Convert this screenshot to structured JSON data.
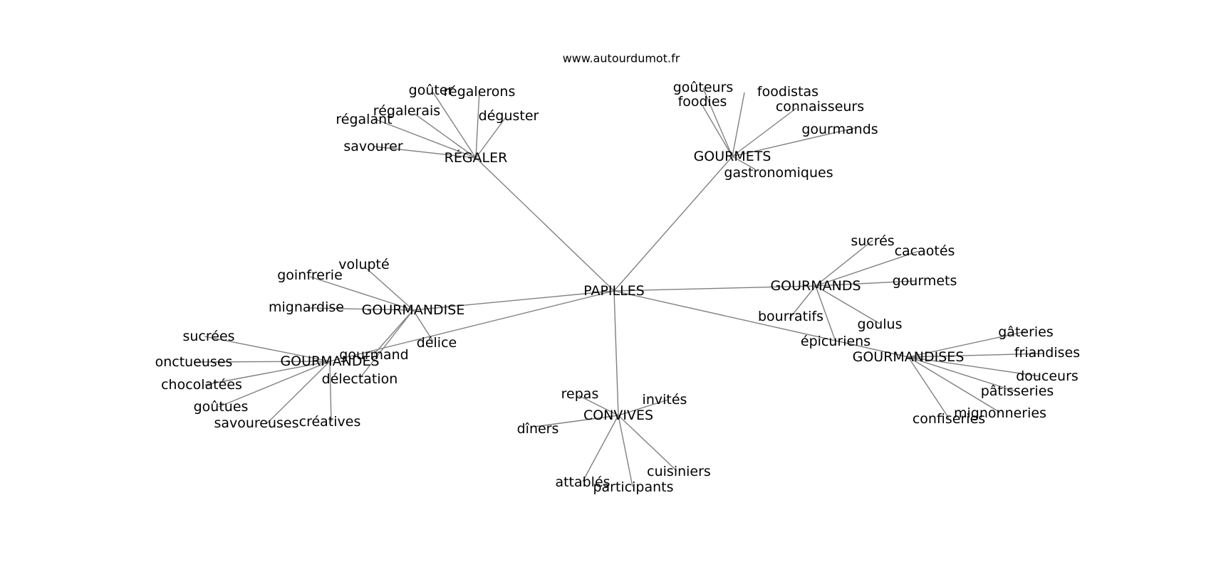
{
  "source": "www.autourdumot.fr",
  "colors": {
    "edge": "#808080",
    "text": "#000000",
    "background": "#ffffff"
  },
  "center": "PAPILLES",
  "clusters": [
    {
      "hub": "RÉGALER",
      "words": [
        "goûter",
        "régalerons",
        "régalerais",
        "régalant",
        "déguster",
        "savourer"
      ]
    },
    {
      "hub": "GOURMETS",
      "words": [
        "goûteurs",
        "foodistas",
        "foodies",
        "connaisseurs",
        "gourmands",
        "gastronomiques"
      ]
    },
    {
      "hub": "GOURMANDS",
      "words": [
        "sucrés",
        "cacaotés",
        "gourmets",
        "bourratifs",
        "goulus",
        "épicuriens"
      ]
    },
    {
      "hub": "GOURMANDISES",
      "words": [
        "gâteries",
        "friandises",
        "douceurs",
        "pâtisseries",
        "mignonneries",
        "confiseries"
      ]
    },
    {
      "hub": "CONVIVES",
      "words": [
        "repas",
        "invités",
        "dîners",
        "cuisiniers",
        "attablés",
        "participants"
      ]
    },
    {
      "hub": "GOURMANDISE",
      "words": [
        "volupté",
        "goinfrerie",
        "mignardise",
        "délice",
        "gourmand",
        "délectation"
      ]
    },
    {
      "hub": "GOURMANDES",
      "words": [
        "sucrées",
        "onctueuses",
        "chocolatées",
        "goûtues",
        "savoureuses",
        "créatives"
      ]
    }
  ]
}
